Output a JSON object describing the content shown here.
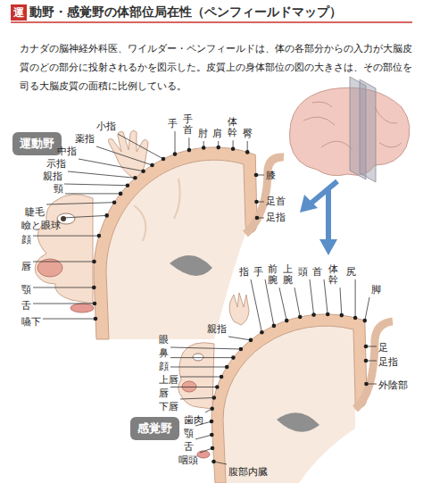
{
  "diagram": {
    "title": "動野・感覚野の体部位局在性（ペンフィールドマップ）",
    "nodes": [
      {
        "text": [
          "運"
        ]
      },
      {
        "text": [
          "運動野"
        ]
      },
      {
        "text": [
          "感覚野"
        ]
      }
    ],
    "labels": [
      "カナダの脳神経外科医、ワイルダー・ペンフィールドは、体の各部分からの入力が大脳皮質のどの部分に投射されるかを図示した。皮質上の身体部位の図の大きさは、その部位を司る大脳皮質の面積に比例している。",
      "小指",
      "薬指",
      "中指",
      "示指",
      "親指",
      "頸",
      "睫毛",
      "瞼と眼球",
      "顔",
      "唇",
      "顎",
      "舌",
      "嚥下",
      "手",
      "手首",
      "肘",
      "肩",
      "体幹",
      "臀",
      "膝",
      "足首",
      "足指",
      "指",
      "手",
      "前腕",
      "上腕",
      "頭",
      "首",
      "体幹",
      "尻",
      "脚",
      "足",
      "足指",
      "外陰部",
      "親指",
      "眼",
      "鼻",
      "顔",
      "上唇",
      "唇",
      "下唇",
      "歯肉",
      "顎",
      "舌",
      "咽頭",
      "腹部内臓"
    ]
  }
}
